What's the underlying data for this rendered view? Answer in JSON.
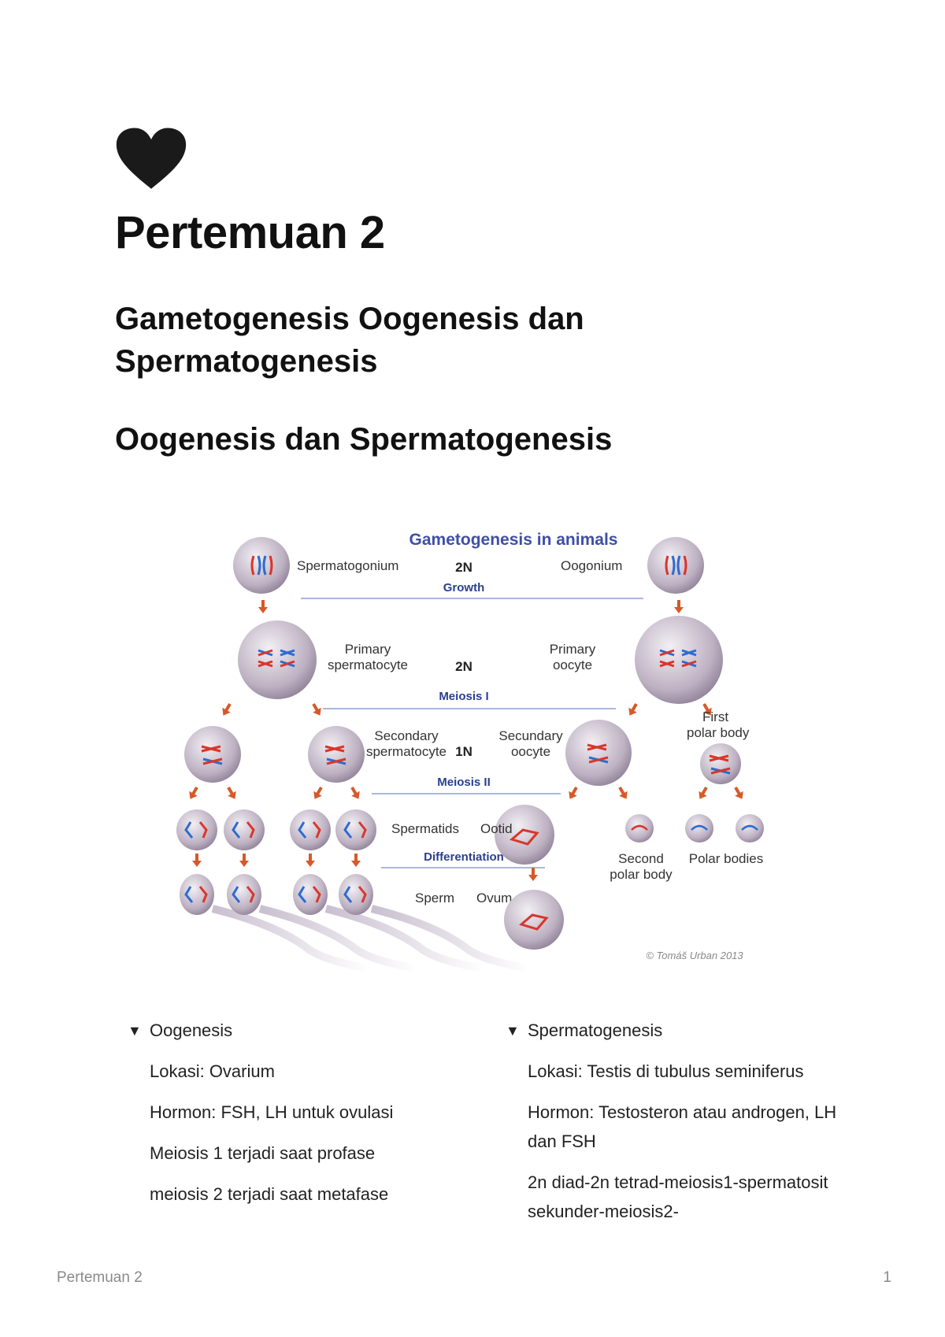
{
  "document": {
    "heart_icon": "black-heart",
    "title": "Pertemuan 2",
    "heading_main": "Gametogenesis Oogenesis dan Spermatogenesis",
    "heading_sub": "Oogenesis dan Spermatogenesis"
  },
  "diagram": {
    "title": "Gametogenesis in animals",
    "spermatogonium": "Spermatogonium",
    "oogonium": "Oogonium",
    "ploidy_2n": "2N",
    "ploidy_1n": "1N",
    "growth": "Growth",
    "primary_spermatocyte_1": "Primary",
    "primary_spermatocyte_2": "spermatocyte",
    "primary_oocyte_1": "Primary",
    "primary_oocyte_2": "oocyte",
    "meiosis_1": "Meiosis I",
    "first_polar_1": "First",
    "first_polar_2": "polar body",
    "secondary_spermatocyte_1": "Secondary",
    "secondary_spermatocyte_2": "spermatocyte",
    "secondary_oocyte_1": "Secundary",
    "secondary_oocyte_2": "oocyte",
    "meiosis_2": "Meiosis II",
    "spermatids": "Spermatids",
    "ootid": "Ootid",
    "differentiation": "Differentiation",
    "second_polar_1": "Second",
    "second_polar_2": "polar body",
    "polar_bodies": "Polar bodies",
    "sperm": "Sperm",
    "ovum": "Ovum",
    "copyright": "© Tomáš Urban 2013"
  },
  "oogenesis": {
    "toggle": "Oogenesis",
    "lines": [
      "Lokasi: Ovarium",
      "Hormon: FSH, LH untuk ovulasi",
      "Meiosis 1 terjadi saat profase",
      "meiosis 2 terjadi saat metafase"
    ]
  },
  "spermatogenesis": {
    "toggle": "Spermatogenesis",
    "lines": [
      "Lokasi: Testis di tubulus seminiferus",
      "Hormon: Testosteron atau androgen, LH dan FSH",
      "2n diad-2n tetrad-meiosis1-spermatosit sekunder-meiosis2-"
    ]
  },
  "footer": {
    "title": "Pertemuan 2",
    "page": "1"
  }
}
